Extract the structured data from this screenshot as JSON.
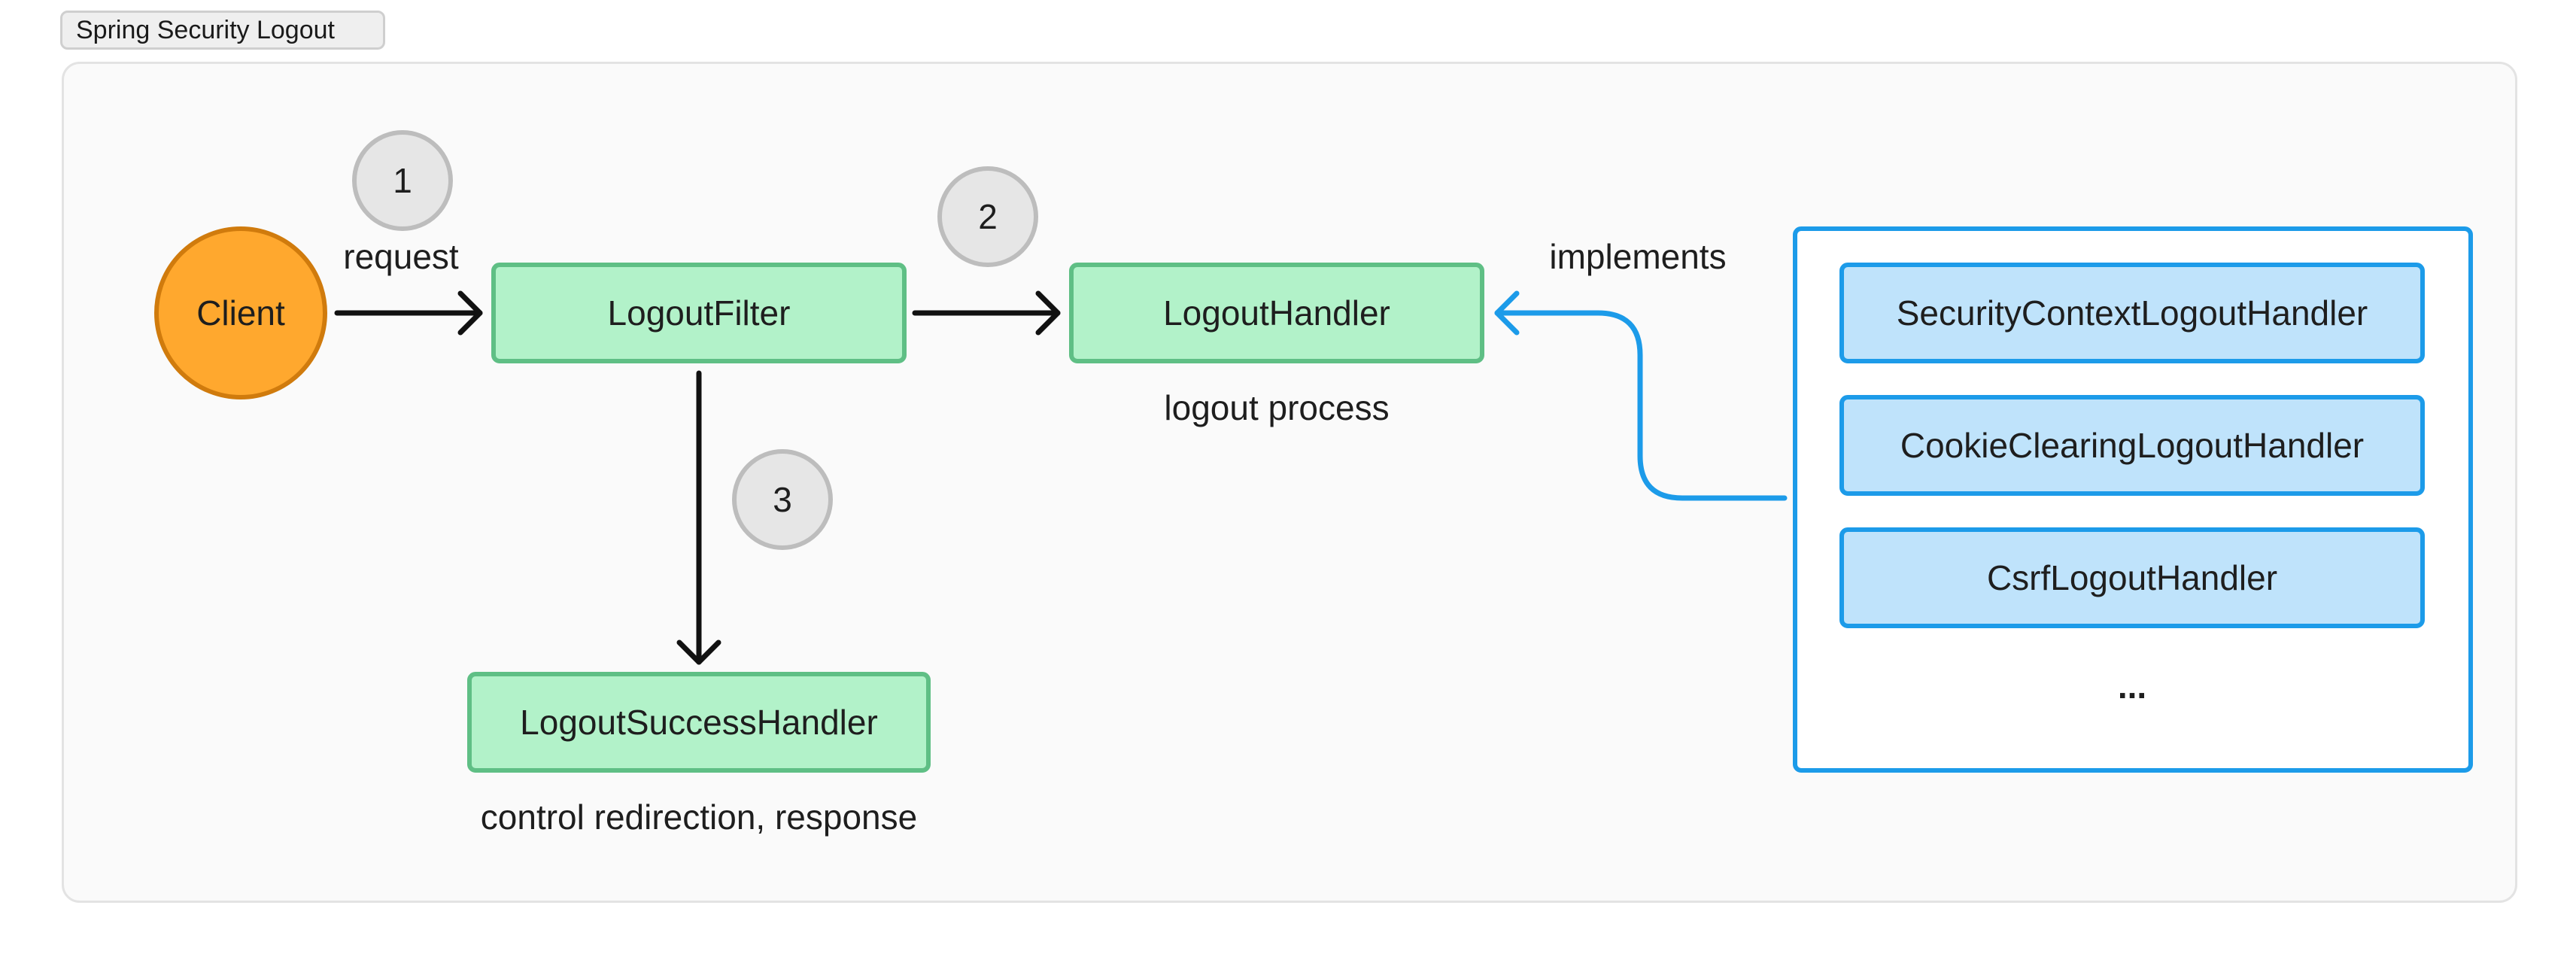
{
  "header": {
    "title": "Spring Security Logout"
  },
  "nodes": {
    "client": "Client",
    "logout_filter": "LogoutFilter",
    "logout_handler": "LogoutHandler",
    "logout_success_handler": "LogoutSuccessHandler",
    "implementations": [
      "SecurityContextLogoutHandler",
      "CookieClearingLogoutHandler",
      "CsrfLogoutHandler"
    ],
    "more": "..."
  },
  "steps": [
    "1",
    "2",
    "3"
  ],
  "labels": {
    "request": "request",
    "logout_process": "logout process",
    "implements": "implements",
    "success_description": "control redirection, response"
  },
  "colors": {
    "client_fill": "#ffa82e",
    "client_stroke": "#d07b0d",
    "green_fill": "#b2f2c9",
    "green_stroke": "#5fbf85",
    "blue_fill": "#bfe3fb",
    "blue_stroke": "#1c9be9",
    "step_fill": "#e6e6e6",
    "step_stroke": "#bdbdbd",
    "arrow": "#111111"
  }
}
